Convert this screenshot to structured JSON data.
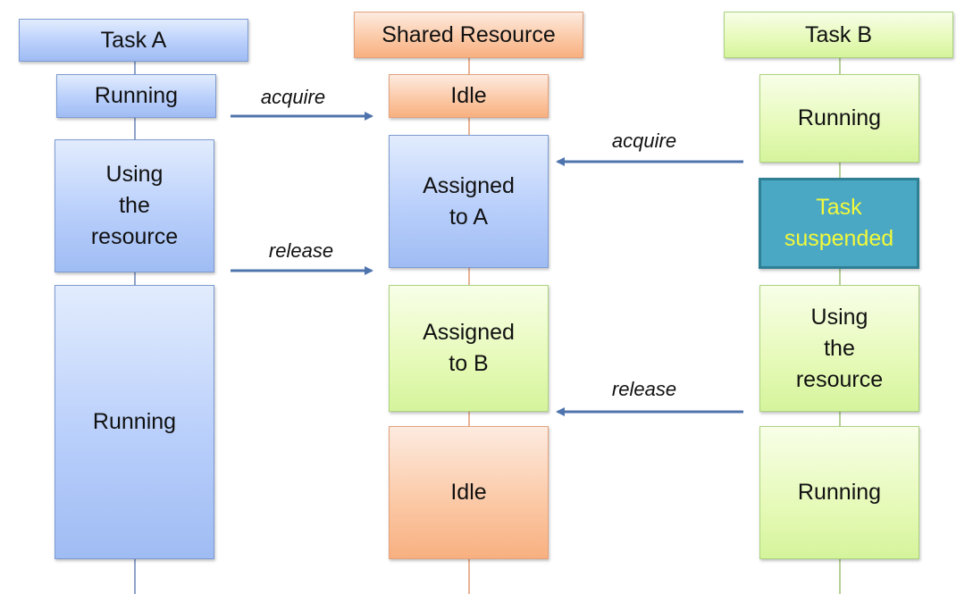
{
  "lanes": {
    "task_a": {
      "header": "Task A",
      "states": [
        "Running",
        "Using\nthe\nresource",
        "Running"
      ]
    },
    "shared": {
      "header": "Shared Resource",
      "states": [
        "Idle",
        "Assigned\nto A",
        "Assigned\nto B",
        "Idle"
      ]
    },
    "task_b": {
      "header": "Task B",
      "states": [
        "Running",
        "Task\nsuspended",
        "Using\nthe\nresource",
        "Running"
      ]
    }
  },
  "messages": {
    "a_acquire": "acquire",
    "a_release": "release",
    "b_acquire": "acquire",
    "b_release": "release"
  },
  "colors": {
    "lifeline_blue": "#8fa3c9",
    "lifeline_orange": "#e8b496",
    "lifeline_green": "#b6cf97",
    "arrow": "#4f74ad",
    "suspended_text": "#f2f93a",
    "suspended_fill": "#4aa8c4"
  }
}
